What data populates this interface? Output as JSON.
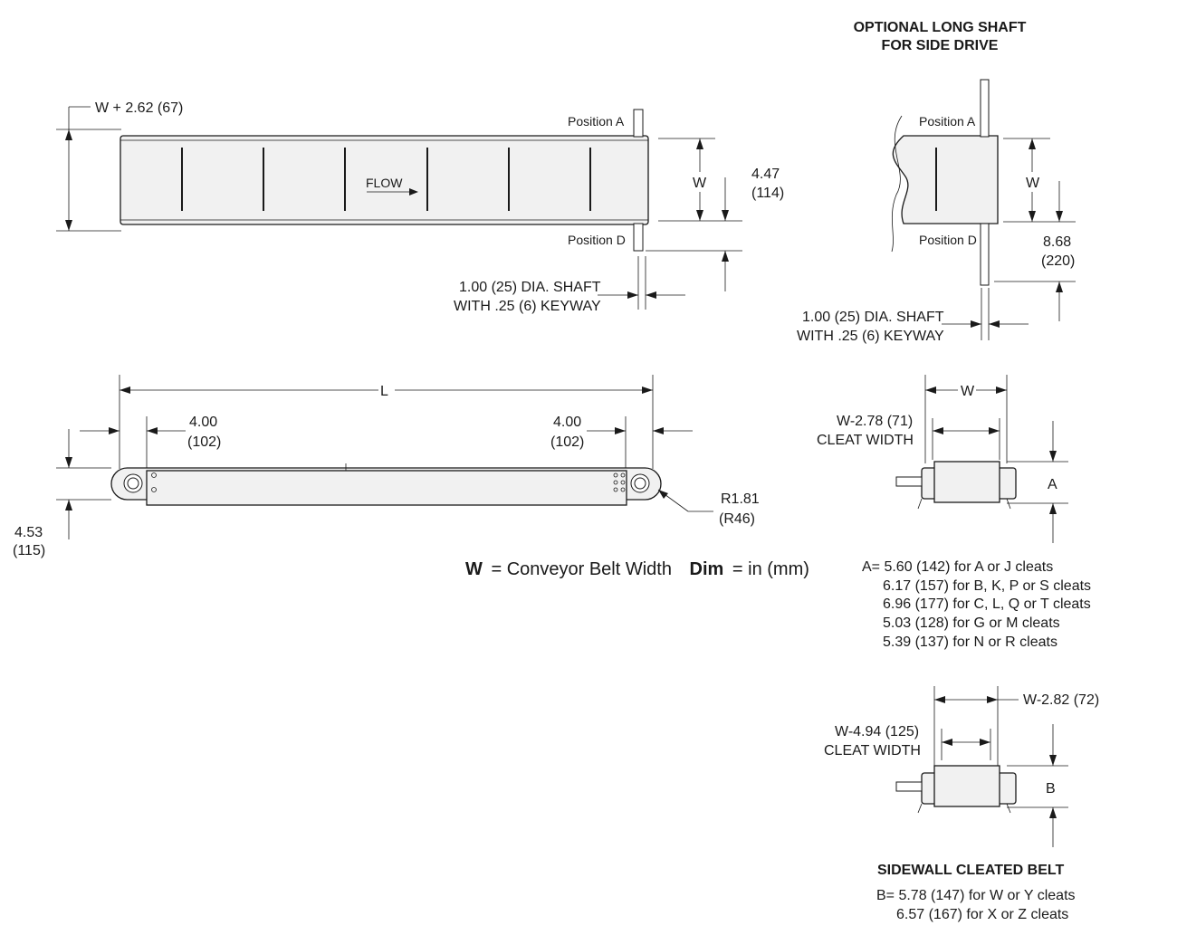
{
  "side_drive": {
    "title_line1": "OPTIONAL LONG SHAFT",
    "title_line2": "FOR SIDE DRIVE",
    "position_a": "Position A",
    "position_d": "Position D",
    "w_label": "W",
    "dim_868": "8.68",
    "dim_868_mm": "(220)",
    "shaft_line1": "1.00 (25) DIA. SHAFT",
    "shaft_line2": "WITH .25 (6) KEYWAY"
  },
  "top_view": {
    "overall_width": "W + 2.62 (67)",
    "position_a": "Position A",
    "position_d": "Position D",
    "flow": "FLOW",
    "w_label": "W",
    "dim_447": "4.47",
    "dim_447_mm": "(114)",
    "shaft_line1": "1.00 (25) DIA. SHAFT",
    "shaft_line2": "WITH .25 (6) KEYWAY"
  },
  "side_view": {
    "length": "L",
    "left_offset": "4.00",
    "left_offset_mm": "(102)",
    "right_offset": "4.00",
    "right_offset_mm": "(102)",
    "height": "4.53",
    "height_mm": "(115)",
    "radius": "R1.81",
    "radius_mm": "(R46)"
  },
  "legend": {
    "w_key": "W",
    "w_text": "= Conveyor Belt Width",
    "dim_key": "Dim",
    "dim_text": "= in (mm)"
  },
  "cleat_a": {
    "w_label": "W",
    "cleat_width_line1": "W-2.78 (71)",
    "cleat_width_line2": "CLEAT WIDTH",
    "a_label": "A",
    "notes": [
      "A= 5.60 (142) for A or J cleats",
      "6.17 (157) for B, K, P or S cleats",
      "6.96 (177) for C, L, Q or T cleats",
      "5.03 (128) for G or M cleats",
      "5.39 (137) for N or R cleats"
    ]
  },
  "cleat_b": {
    "outer_width": "W-2.82 (72)",
    "cleat_width_line1": "W-4.94 (125)",
    "cleat_width_line2": "CLEAT WIDTH",
    "b_label": "B",
    "title": "SIDEWALL CLEATED BELT",
    "notes": [
      "B= 5.78 (147) for W or Y cleats",
      "6.57 (167) for X or Z cleats"
    ]
  }
}
